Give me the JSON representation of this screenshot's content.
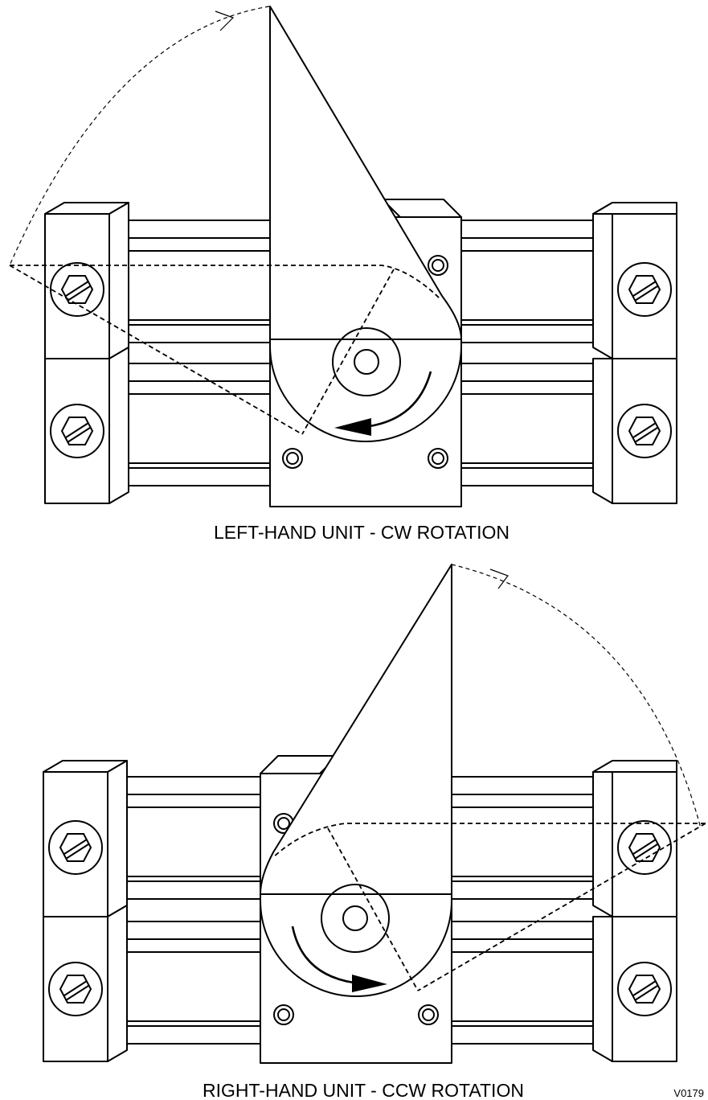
{
  "figure": {
    "units": [
      {
        "caption": "LEFT-HAND UNIT - CW ROTATION",
        "rotation": "CW"
      },
      {
        "caption": "RIGHT-HAND UNIT - CCW ROTATION",
        "rotation": "CCW"
      }
    ],
    "figure_code": "V0179"
  }
}
